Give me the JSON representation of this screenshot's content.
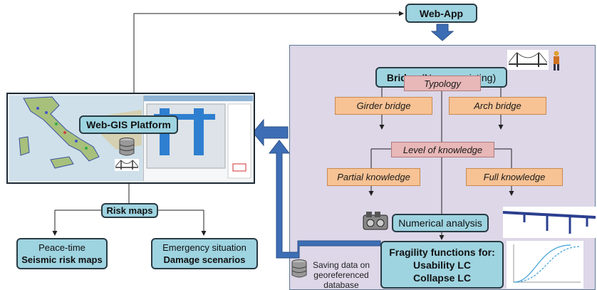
{
  "webapp": {
    "label": "Web-App"
  },
  "bridge": {
    "bold": "Bridge",
    "rest": " (New or existing)"
  },
  "typology": {
    "label": "Typology"
  },
  "girder": {
    "label": "Girder bridge"
  },
  "arch": {
    "label": "Arch bridge"
  },
  "knowledge": {
    "label": "Level of knowledge"
  },
  "partial": {
    "label": "Partial knowledge"
  },
  "full": {
    "label": "Full knowledge"
  },
  "numerical": {
    "label": "Numerical analysis"
  },
  "fragility": {
    "line1": "Fragility functions for:",
    "line2": "Usability LC",
    "line3": "Collapse LC"
  },
  "saving": {
    "line1": "Saving data on",
    "line2": "georeferenced",
    "line3": "database"
  },
  "webgis": {
    "label": "Web-GIS Platform"
  },
  "riskmaps": {
    "label": "Risk maps"
  },
  "peace": {
    "line1": "Peace-time",
    "line2": "Seismic risk maps"
  },
  "emergency": {
    "line1": "Emergency situation",
    "line2": "Damage scenarios"
  },
  "colors": {
    "teal": "#9ed3e0",
    "orange": "#f7c294",
    "pink": "#e8b7b7",
    "panel": "#ddd7e8",
    "arrow_blue": "#3d6eb5"
  },
  "icons": [
    "bridge-icon",
    "worker-icon",
    "database-icon",
    "engine-icon",
    "italy-map-image",
    "bridge-model-image",
    "fragility-curve-image"
  ]
}
